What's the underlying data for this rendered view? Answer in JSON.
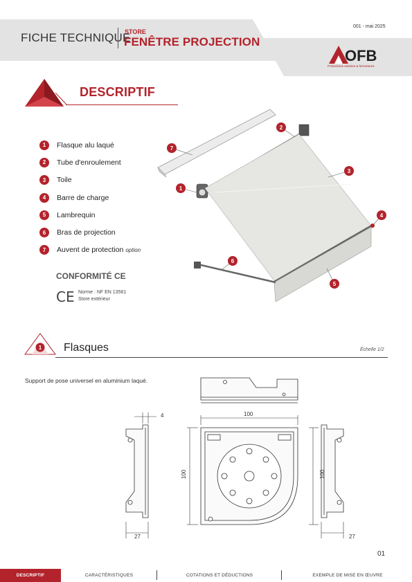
{
  "header": {
    "title": "FICHE TECHNIQUE",
    "category": "STORE",
    "product": "FENÊTRE PROJECTION",
    "doc_ref": "001 - mai 2025",
    "logo_text": "OFB",
    "logo_tagline": "Protections solaires & fermetures",
    "colors": {
      "accent": "#b3232b",
      "band": "#e3e3e3"
    }
  },
  "descriptif": {
    "title": "DESCRIPTIF",
    "items": [
      {
        "num": "1",
        "label": "Flasque alu laqué",
        "option": ""
      },
      {
        "num": "2",
        "label": "Tube d'enroulement",
        "option": ""
      },
      {
        "num": "3",
        "label": "Toile",
        "option": ""
      },
      {
        "num": "4",
        "label": "Barre de charge",
        "option": ""
      },
      {
        "num": "5",
        "label": "Lambrequin",
        "option": ""
      },
      {
        "num": "6",
        "label": "Bras de projection",
        "option": ""
      },
      {
        "num": "7",
        "label": "Auvent de protection",
        "option": "option"
      }
    ],
    "conformite_title": "CONFORMITÉ CE",
    "ce_mark": "CE",
    "norme": "Norme : NF EN 13561",
    "usage": "Store extérieur"
  },
  "flasques": {
    "section_num": "1",
    "title": "Flasques",
    "scale": "Échelle 1/2",
    "description": "Support de pose universel en aluminium laqué.",
    "dims": {
      "thickness": "4",
      "width": "100",
      "height": "100",
      "depth": "27"
    }
  },
  "page_number": "01",
  "footer": {
    "tabs": [
      "DESCRIPTIF",
      "CARACTÉRISTIQUES",
      "COTATIONS ET DÉDUCTIONS",
      "EXEMPLE DE MISE EN ŒUVRE"
    ],
    "active": "DESCRIPTIF"
  }
}
